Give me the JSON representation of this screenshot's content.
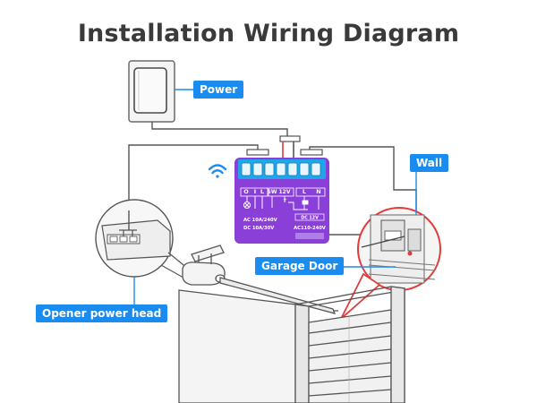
{
  "title": "Installation Wiring Diagram",
  "labels": {
    "power": "Power",
    "wall": "Wall",
    "garage_door": "Garage Door",
    "opener_power_head": "Opener power head"
  },
  "module": {
    "terminals": [
      "O",
      "I",
      "L",
      "SW",
      "12V",
      "L",
      "N"
    ],
    "spec_line1": "AC 10A/240V",
    "spec_line2": "DC 10A/30V",
    "power_line1": "DC 12V",
    "power_line2": "AC110-240V"
  },
  "colors": {
    "module": "#8a3fd8",
    "terminal_block": "#1fa6e8",
    "callout": "#1a8cf0",
    "wire_red": "#e8333a",
    "wire_grey": "#555555",
    "magnifier_ring": "#e23b3b"
  }
}
